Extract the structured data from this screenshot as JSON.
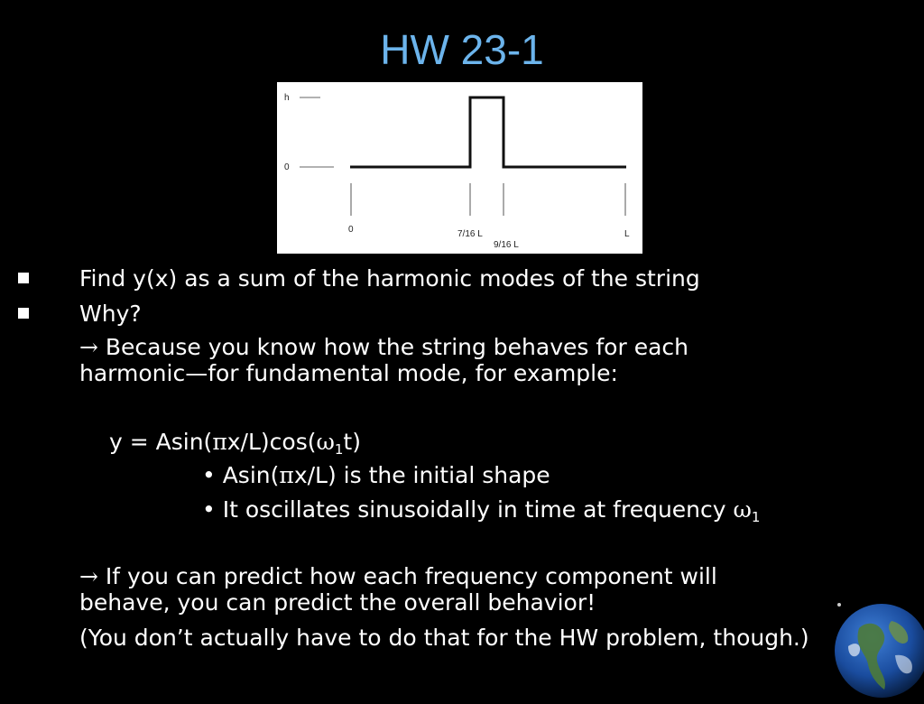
{
  "title": "HW 23-1",
  "figure": {
    "y_labels": [
      "h",
      "0"
    ],
    "x_labels": [
      "0",
      "7/16 L",
      "9/16 L",
      "L"
    ]
  },
  "bullets": [
    "Find y(x) as a sum of the harmonic modes of the string",
    "Why?"
  ],
  "arrow_glyph": "→",
  "bullet_dot": "•",
  "line1a": " Because you know how the string behaves for each",
  "line1b": "harmonic—for fundamental mode, for example:",
  "eq": {
    "pre": "y = Asin(",
    "pi": "π",
    "mid": "x/L)cos(",
    "omega": "ω",
    "sub": "1",
    "post": "t)"
  },
  "dot1": {
    "pre": " Asin(",
    "pi": "π",
    "post": "x/L) is the initial shape"
  },
  "dot2": {
    "text": " It oscillates sinusoidally in time at frequency ",
    "omega": "ω",
    "sub": "1"
  },
  "line2a": " If you can predict how each frequency component will",
  "line2b": "behave, you can predict the overall behavior!",
  "line3": "(You don’t actually have to do that for the HW problem, though.)"
}
